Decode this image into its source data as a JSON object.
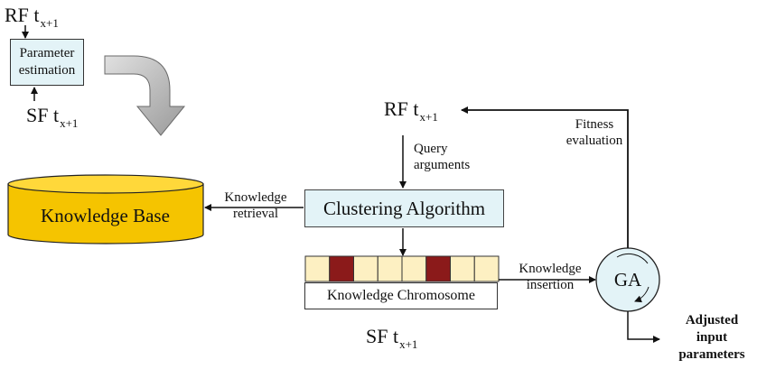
{
  "inputs": {
    "rf": {
      "main": "RF t",
      "sub": "x+1"
    },
    "sf": {
      "main": "SF t",
      "sub": "x+1"
    }
  },
  "parameter_estimation": {
    "line1": "Parameter",
    "line2": "estimation"
  },
  "rf_main": {
    "main": "RF t",
    "sub": "x+1"
  },
  "query_arguments": {
    "line1": "Query",
    "line2": "arguments"
  },
  "fitness_evaluation": {
    "line1": "Fitness",
    "line2": "evaluation"
  },
  "knowledge_base": "Knowledge Base",
  "knowledge_retrieval": {
    "line1": "Knowledge",
    "line2": "retrieval"
  },
  "clustering_algorithm": "Clustering Algorithm",
  "knowledge_chromosome": {
    "label": "Knowledge Chromosome",
    "cells": [
      "light",
      "dark",
      "light",
      "light",
      "light",
      "dark",
      "light",
      "light"
    ]
  },
  "knowledge_insertion": {
    "line1": "Knowledge",
    "line2": "insertion"
  },
  "ga": "GA",
  "sf_bottom": {
    "main": "SF t",
    "sub": "x+1"
  },
  "output": {
    "line1": "Adjusted",
    "line2": "input",
    "line3": "parameters"
  },
  "colors": {
    "box_fill": "#e3f3f7",
    "kb_fill": "#f5c400",
    "kb_top": "#ffd83a",
    "gene_light": "#fdf0c2",
    "gene_dark": "#8b1a1a",
    "big_arrow": "#b8b8b8"
  }
}
